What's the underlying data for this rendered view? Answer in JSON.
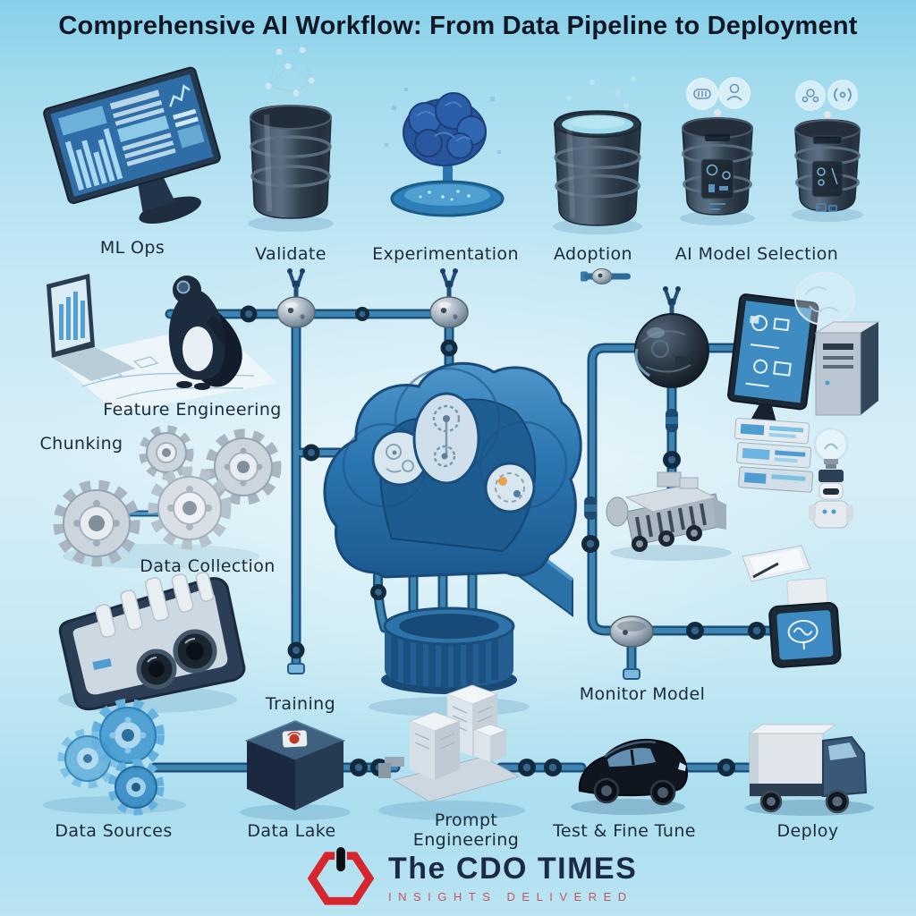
{
  "title": "Comprehensive AI Workflow: From Data Pipeline to Deployment",
  "labels": {
    "ml_ops": "ML Ops",
    "validate": "Validate",
    "experimentation": "Experimentation",
    "adoption": "Adoption",
    "ai_model_selection": "AI Model Selection",
    "feature_engineering": "Feature Engineering",
    "chunking": "Chunking",
    "data_collection": "Data Collection",
    "training": "Training",
    "monitor_model": "Monitor Model",
    "data_sources": "Data Sources",
    "data_lake": "Data Lake",
    "prompt_engineering": "Prompt Engineering",
    "test_fine_tune": "Test & Fine Tune",
    "deploy": "Deploy"
  },
  "footer": {
    "brand": "The CDO TIMES",
    "tagline": "INSIGHTS DELIVERED"
  },
  "colors": {
    "background_top": "#86d0e9",
    "background_mid": "#d7eef7",
    "pipe": "#2e719f",
    "cloud_blue": "#2f7cb5",
    "barrel_slate": "#36465a",
    "logo_red": "#d6252c",
    "brand_navy": "#1b2b47",
    "label_text": "#1c2a38"
  }
}
